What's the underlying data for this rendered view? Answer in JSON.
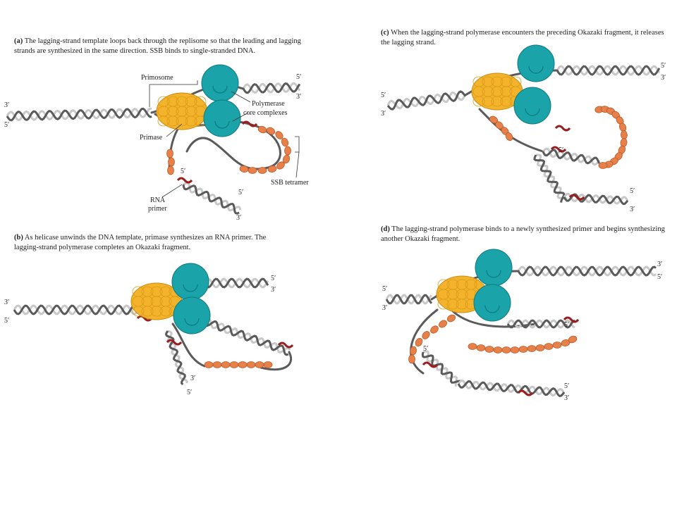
{
  "panel_a": {
    "letter": "(a)",
    "caption": "The lagging-strand template loops back through the replisome so that the leading and lagging strands are synthesized in the same direction. SSB binds to single-stranded DNA.",
    "labels": {
      "primosome": "Primosome",
      "polymerase": "Polymerase core complexes",
      "primase": "Primase",
      "ssb": "SSB tetramer",
      "rna_primer": "RNA primer"
    },
    "ends": {
      "left_top": "3′",
      "left_bottom": "5′",
      "right_top": "5′",
      "right_bottom": "3′",
      "lag_top": "5′",
      "lag_bot_5": "5′",
      "lag_bot_3": "3′"
    }
  },
  "panel_b": {
    "letter": "(b)",
    "caption": "As helicase unwinds the DNA template, primase synthesizes an RNA primer. The lagging-strand polymerase completes an Okazaki fragment.",
    "ends": {
      "left_top": "3′",
      "left_bottom": "5′",
      "right_top": "5′",
      "right_bottom": "3′",
      "low_3": "3′",
      "low_5": "5′"
    }
  },
  "panel_c": {
    "letter": "(c)",
    "caption": "When the lagging-strand polymerase encounters the preceding Okazaki fragment, it releases the lagging strand.",
    "ends": {
      "left_top": "5′",
      "left_bottom": "3′",
      "right_top": "5′",
      "right_bottom": "3′",
      "mid_5": "5′",
      "low_5": "5′",
      "low_3": "3′"
    }
  },
  "panel_d": {
    "letter": "(d)",
    "caption": "The lagging-strand polymerase binds to a newly synthesized primer and begins synthesizing another Okazaki fragment.",
    "ends": {
      "left_top": "5′",
      "left_bottom": "3′",
      "right_top": "3′",
      "right_bottom": "5′",
      "mid_5": "5′",
      "left_5": "5′",
      "low_5": "5′",
      "low_3": "3′"
    }
  },
  "colors": {
    "dna_dark": "#5a5a5a",
    "dna_light": "#c8c8c8",
    "primer": "#9b1c1c",
    "polymerase": "#1aa3a8",
    "primase": "#f3b32a",
    "ssb": "#e8804a"
  }
}
